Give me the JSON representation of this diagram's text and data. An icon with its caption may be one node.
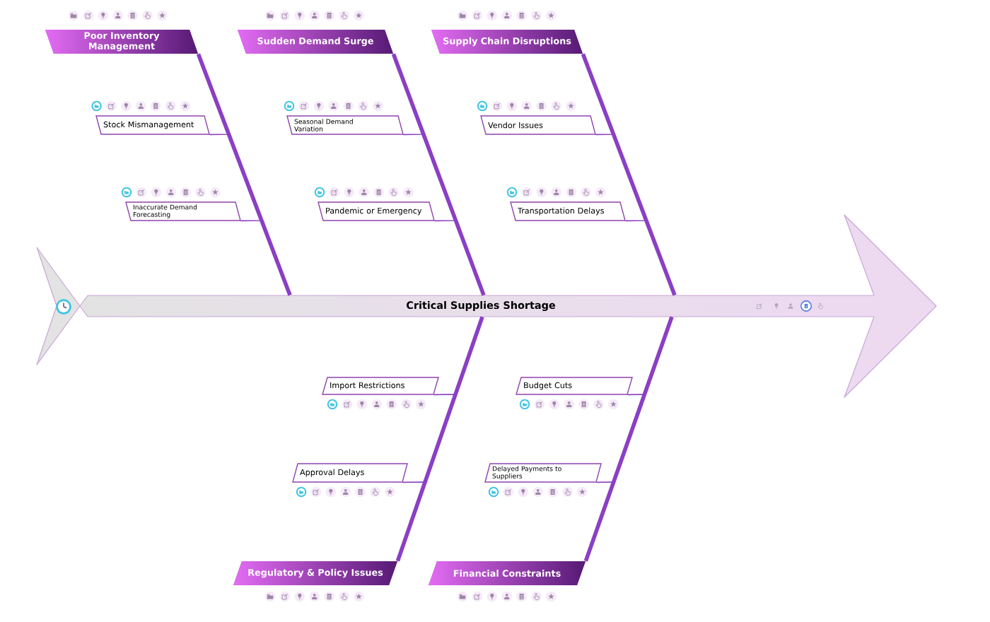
{
  "diagram": {
    "nodes": [
      {
        "text": [
          "Poor Inventory Management"
        ]
      },
      {
        "text": [
          "Sudden Demand Surge"
        ]
      },
      {
        "text": [
          "Supply Chain Disruptions"
        ]
      },
      {
        "text": [
          "Stock Mismanagement"
        ]
      },
      {
        "text": [
          "Seasonal Demand Variation"
        ]
      },
      {
        "text": [
          "Vendor Issues"
        ]
      },
      {
        "text": [
          "Inaccurate Demand Forecasting"
        ]
      },
      {
        "text": [
          "Pandemic or Emergency"
        ]
      },
      {
        "text": [
          "Transportation Delays"
        ]
      },
      {
        "text": [
          "Critical Supplies Shortage"
        ]
      },
      {
        "text": [
          "Import Restrictions"
        ]
      },
      {
        "text": [
          "Budget Cuts"
        ]
      },
      {
        "text": [
          "Approval Delays"
        ]
      },
      {
        "text": [
          "Delayed Payments to Suppliers"
        ]
      },
      {
        "text": [
          "Regulatory & Policy Issues"
        ]
      },
      {
        "text": [
          "Financial Constraints"
        ]
      }
    ],
    "edges": [
      {
        "from": 0,
        "to": 9,
        "arrow": "none",
        "style": "thick"
      },
      {
        "from": 1,
        "to": 9,
        "arrow": "none",
        "style": "thick"
      },
      {
        "from": 2,
        "to": 9,
        "arrow": "none",
        "style": "thick"
      },
      {
        "from": 14,
        "to": 9,
        "arrow": "none",
        "style": "thick"
      },
      {
        "from": 15,
        "to": 9,
        "arrow": "none",
        "style": "thick"
      },
      {
        "from": 3,
        "to": 0,
        "arrow": "none"
      },
      {
        "from": 6,
        "to": 0,
        "arrow": "none"
      },
      {
        "from": 4,
        "to": 1,
        "arrow": "none"
      },
      {
        "from": 7,
        "to": 1,
        "arrow": "none"
      },
      {
        "from": 5,
        "to": 2,
        "arrow": "none"
      },
      {
        "from": 8,
        "to": 2,
        "arrow": "none"
      },
      {
        "from": 10,
        "to": 14,
        "arrow": "none"
      },
      {
        "from": 12,
        "to": 14,
        "arrow": "none"
      },
      {
        "from": 11,
        "to": 15,
        "arrow": "none"
      },
      {
        "from": 13,
        "to": 15,
        "arrow": "none"
      }
    ]
  }
}
